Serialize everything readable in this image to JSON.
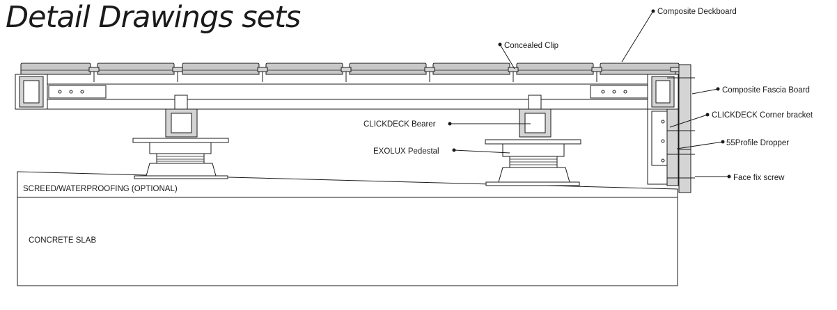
{
  "title": "Detail Drawings sets",
  "labels": {
    "composite_deckboard": "Composite Deckboard",
    "concealed_clip": "Concealed Clip",
    "composite_fascia_board": "Composite Fascia Board",
    "clickdeck_corner_bracket": "CLICKDECK Corner bracket",
    "clickdeck_bearer": "CLICKDECK Bearer",
    "profile_dropper": "55Profile Dropper",
    "exolux_pedestal": "EXOLUX Pedestal",
    "face_fix_screw": "Face fix screw",
    "screed": "SCREED/WATERPROOFING (OPTIONAL)",
    "concrete_slab": "CONCRETE SLAB"
  },
  "colors": {
    "line": "#1a1a1a",
    "deck_fill": "#c8c8c8",
    "part_fill": "#d4d4d4"
  }
}
